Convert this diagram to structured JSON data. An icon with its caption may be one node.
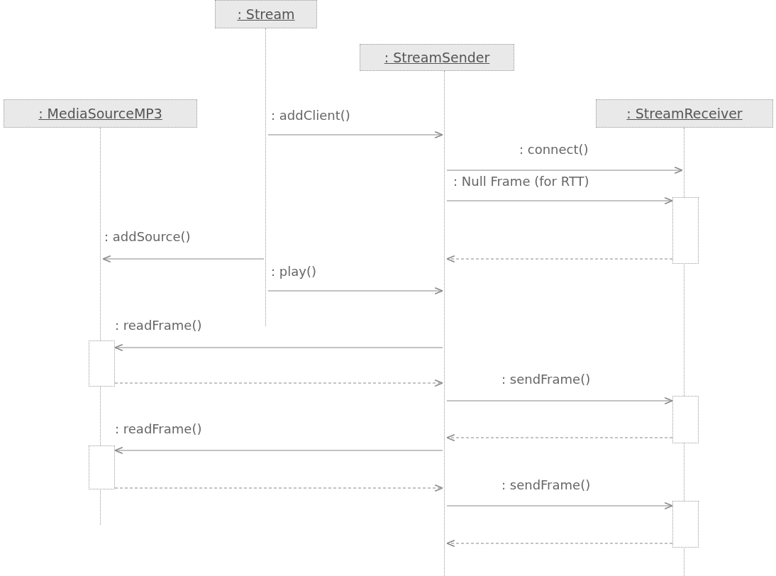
{
  "diagram": {
    "nodes": [
      {
        "text": [
          ": Stream"
        ]
      },
      {
        "text": [
          ": StreamSender"
        ]
      },
      {
        "text": [
          ": MediaSourceMP3"
        ]
      },
      {
        "text": [
          ": StreamReceiver"
        ]
      },
      {
        "text": [],
        "shape": "line"
      },
      {
        "text": [],
        "shape": "line"
      },
      {
        "text": [],
        "shape": "line"
      },
      {
        "text": [],
        "shape": "line"
      },
      {
        "text": [],
        "shape": "box"
      },
      {
        "text": [],
        "shape": "box"
      },
      {
        "text": [],
        "shape": "box"
      },
      {
        "text": [],
        "shape": "box"
      },
      {
        "text": [],
        "shape": "box"
      }
    ],
    "edges": [
      {
        "from": 5,
        "to": 6,
        "arrow": "to",
        "label": ": addClient()"
      },
      {
        "from": 6,
        "to": 7,
        "arrow": "to",
        "label": ": connect()"
      },
      {
        "from": 6,
        "to": 8,
        "arrow": "to",
        "label": ": Null Frame (for RTT)"
      },
      {
        "from": 8,
        "to": 6,
        "arrow": "to",
        "style": "dashed"
      },
      {
        "from": 5,
        "to": 4,
        "arrow": "to",
        "label": ": addSource()"
      },
      {
        "from": 5,
        "to": 6,
        "arrow": "to",
        "label": ": play()"
      },
      {
        "from": 6,
        "to": 9,
        "arrow": "to",
        "label": ": readFrame()"
      },
      {
        "from": 9,
        "to": 6,
        "arrow": "to",
        "style": "dashed"
      },
      {
        "from": 6,
        "to": 10,
        "arrow": "to",
        "label": ": sendFrame()"
      },
      {
        "from": 10,
        "to": 6,
        "arrow": "to",
        "style": "dashed"
      },
      {
        "from": 6,
        "to": 11,
        "arrow": "to",
        "label": ": readFrame()"
      },
      {
        "from": 11,
        "to": 6,
        "arrow": "to",
        "style": "dashed"
      },
      {
        "from": 6,
        "to": 12,
        "arrow": "to",
        "label": ": sendFrame()"
      },
      {
        "from": 12,
        "to": 6,
        "arrow": "to",
        "style": "dashed"
      }
    ]
  }
}
